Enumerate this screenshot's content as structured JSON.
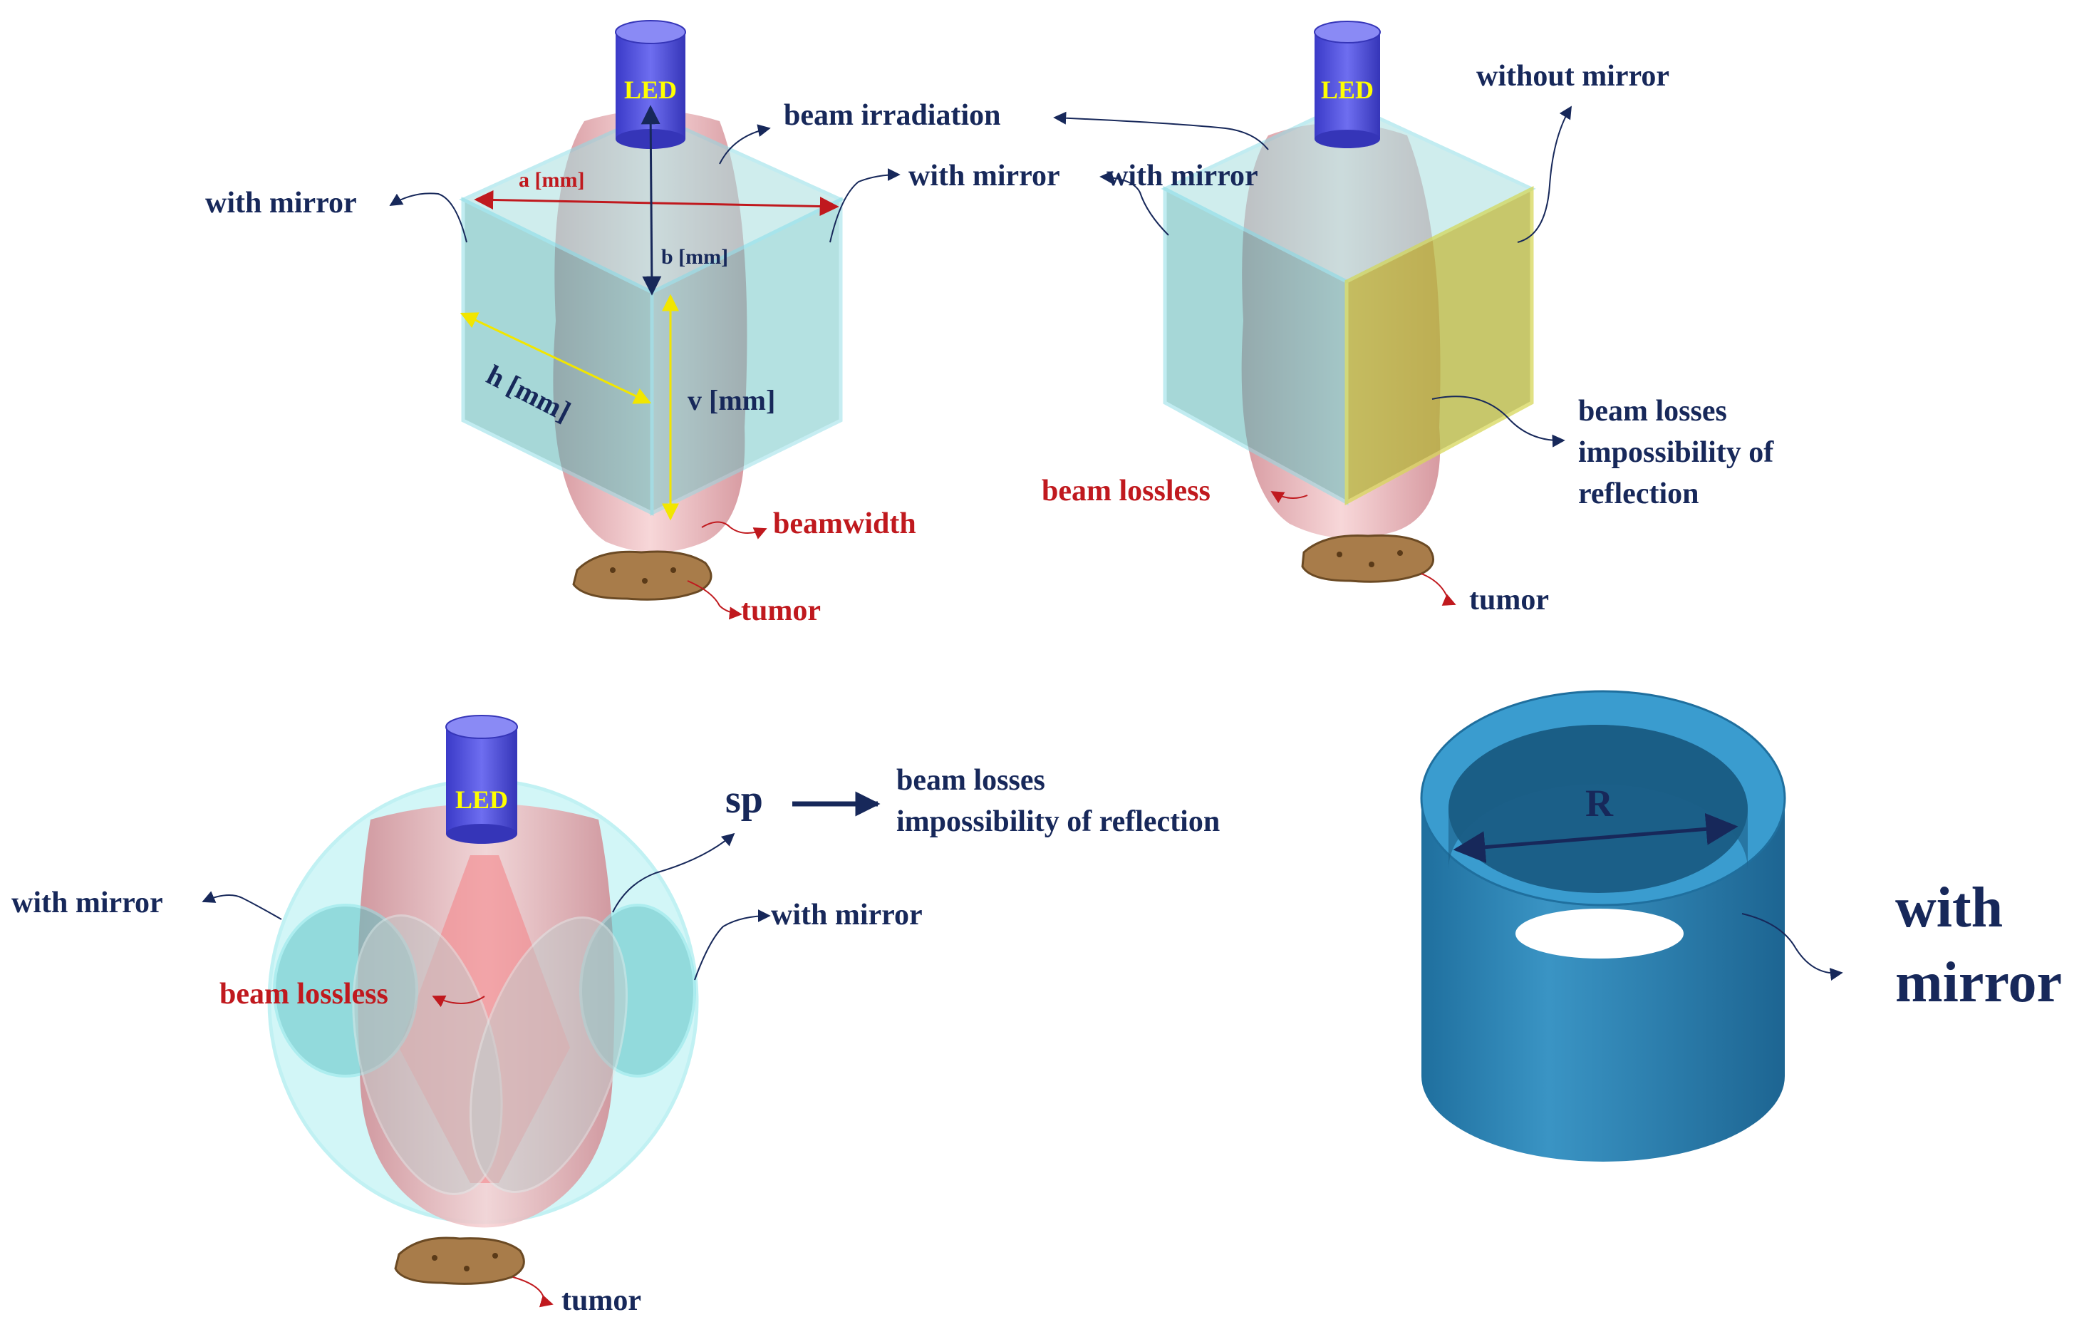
{
  "colors": {
    "navy_text": "#17285a",
    "red_text": "#c0191e",
    "mirror_cyan": "#7fd0d0",
    "beam_pink": "#e8a0a4",
    "led_body": "#5a5ae0",
    "led_text": "#ffff00",
    "no_mirror_face": "#b5b53a",
    "cylinder_blue": "#2f86b6",
    "tumor": "#a87c4a"
  },
  "icons": [
    "led-cylinder-icon",
    "tumor-icon",
    "arrow-icon"
  ],
  "panel_a": {
    "led": "LED",
    "beam_irradiation": "beam irradiation",
    "with_mirror_left": "with mirror",
    "with_mirror_right": "with mirror",
    "dim_a": "a [mm]",
    "dim_b": "b [mm]",
    "dim_h": "h [mm]",
    "dim_v": "v [mm]",
    "beamwidth": "beamwidth",
    "tumor": "tumor"
  },
  "panel_b": {
    "led": "LED",
    "without_mirror": "without mirror",
    "with_mirror": "with mirror",
    "beam_losses_l1": "beam losses",
    "beam_losses_l2": "impossibility of",
    "beam_losses_l3": "reflection",
    "beam_lossless": "beam lossless",
    "tumor": "tumor"
  },
  "panel_c": {
    "led": "LED",
    "sp": "sp",
    "beam_losses_l1": "beam losses",
    "beam_losses_l2": "impossibility of reflection",
    "with_mirror_left": "with mirror",
    "with_mirror_right": "with mirror",
    "beam_lossless": "beam lossless",
    "tumor": "tumor"
  },
  "panel_d": {
    "radius": "R",
    "with_l1": "with",
    "with_l2": "mirror"
  }
}
